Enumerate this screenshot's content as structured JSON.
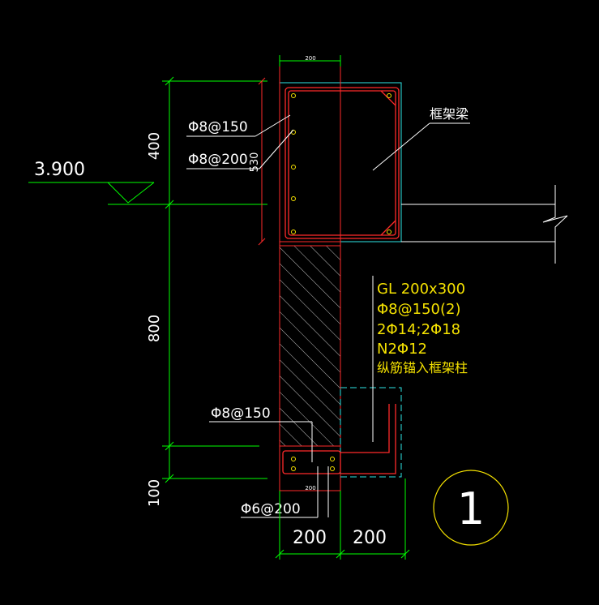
{
  "colors": {
    "background": "#000000",
    "dimension": "#00ff00",
    "concrete": "#ff2a2a",
    "rebar": "#ff2a2a",
    "outline": "#2ee6e6",
    "text": "#ffffff",
    "note": "#f5e200",
    "hatch": "#bfbfbf"
  },
  "labels": {
    "elevation": "3.900",
    "beam_label": "框架梁",
    "stirrup_top_1": "Φ8@150",
    "stirrup_top_2": "Φ8@200",
    "stirrup_bottom": "Φ8@150",
    "bottom_tie": "Φ6@200",
    "section_number": "1"
  },
  "dimensions": {
    "vert_top": "400",
    "vert_mid": "800",
    "vert_bot": "100",
    "beam_depth": "530",
    "top_width": "200",
    "bottom_small": "200",
    "bottom_left": "200",
    "bottom_right": "200"
  },
  "note_lines": [
    "GL 200x300",
    "Φ8@150(2)",
    "2Φ14;2Φ18",
    "N2Φ12",
    "纵筋锚入框架柱"
  ]
}
